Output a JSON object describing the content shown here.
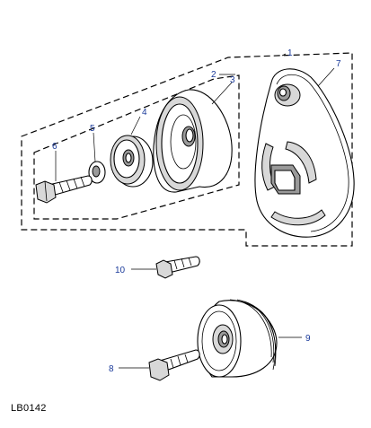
{
  "diagram": {
    "reference_code": "LB0142",
    "callouts": [
      {
        "id": "c1",
        "label": "1"
      },
      {
        "id": "c2",
        "label": "2"
      },
      {
        "id": "c3",
        "label": "3"
      },
      {
        "id": "c4",
        "label": "4"
      },
      {
        "id": "c5",
        "label": "5"
      },
      {
        "id": "c6",
        "label": "6"
      },
      {
        "id": "c7",
        "label": "7"
      },
      {
        "id": "c8",
        "label": "8"
      },
      {
        "id": "c9",
        "label": "9"
      },
      {
        "id": "c10",
        "label": "10"
      }
    ]
  }
}
